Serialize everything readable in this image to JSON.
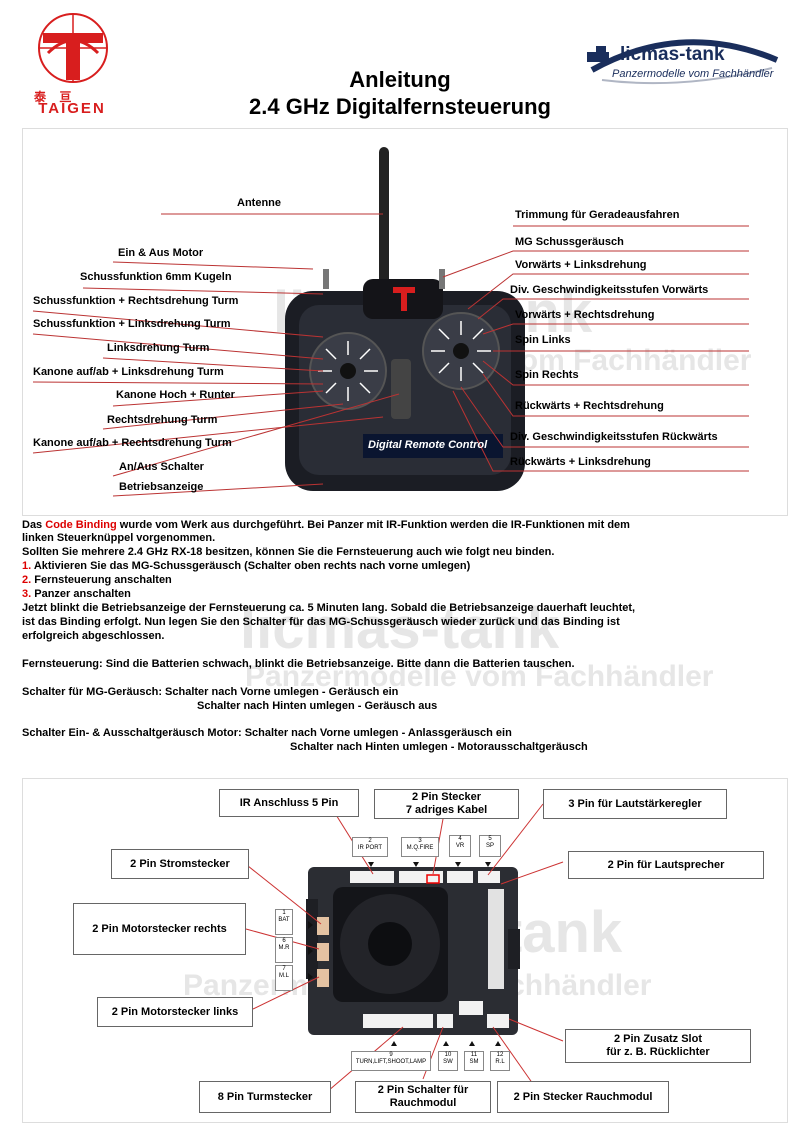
{
  "header": {
    "taigen_logo_cn": "泰    亘",
    "taigen_logo_text": "TAIGEN",
    "licmas_logo_title": "licmas-tank",
    "licmas_logo_subtitle": "Panzermodelle vom Fachhändler",
    "title_line1": "Anleitung",
    "title_line2": "2.4 GHz Digitalfernsteuerung"
  },
  "remote": {
    "screen_label": "Digital Remote Control",
    "labels_left": [
      "Antenne",
      "Ein & Aus Motor",
      "Schussfunktion 6mm Kugeln",
      "Schussfunktion + Rechtsdrehung Turm",
      "Schussfunktion + Linksdrehung Turm",
      "Linksdrehung Turm",
      "Kanone auf/ab + Linksdrehung Turm",
      "Kanone Hoch + Runter",
      "Rechtsdrehung Turm",
      "Kanone auf/ab + Rechtsdrehung Turm",
      "An/Aus Schalter",
      "Betriebsanzeige"
    ],
    "labels_right": [
      "Trimmung für Geradeausfahren",
      "MG Schussgeräusch",
      "Vorwärts + Linksdrehung",
      "Div. Geschwindigkeitsstufen Vorwärts",
      "Vorwärts + Rechtsdrehung",
      "Spin Links",
      "Spin Rechts",
      "Rückwärts + Rechtsdrehung",
      "Div. Geschwindigkeitsstufen Rückwärts",
      "Rückwärts + Linksdrehung"
    ]
  },
  "instructions": {
    "p1_a": "Das ",
    "p1_highlight": "Code Binding",
    "p1_b": " wurde vom Werk aus durchgeführt. Bei Panzer mit IR-Funktion werden die IR-Funktionen mit dem",
    "p1_c": "linken Steuerknüppel vorgenommen.",
    "p2": "Sollten Sie mehrere 2.4 GHz RX-18 besitzen, können Sie die Fernsteuerung auch wie folgt neu binden.",
    "steps": [
      {
        "num": "1.",
        "text": " Aktivieren Sie das MG-Schussgeräusch (Schalter oben rechts nach vorne umlegen)"
      },
      {
        "num": "2.",
        "text": " Fernsteuerung anschalten"
      },
      {
        "num": "3.",
        "text": " Panzer anschalten"
      }
    ],
    "p3_a": "Jetzt blinkt die Betriebsanzeige der Fernsteuerung ca. 5 Minuten lang. Sobald die Betriebsanzeige dauerhaft leuchtet,",
    "p3_b": "ist das Binding erfolgt. Nun legen Sie den Schalter für das MG-Schussgeräusch wieder zurück und das Binding ist",
    "p3_c": "erfolgreich abgeschlossen.",
    "p4": "Fernsteuerung: Sind die Batterien schwach, blinkt die Betriebsanzeige. Bitte dann die Batterien tauschen.",
    "p5_a": "Schalter für MG-Geräusch:  Schalter nach Vorne  umlegen - Geräusch ein",
    "p5_b": "Schalter nach Hinten umlegen - Geräusch aus",
    "p6_a": "Schalter Ein- & Ausschaltgeräusch Motor: Schalter nach Vorne umlegen - Anlassgeräusch ein",
    "p6_b": "Schalter nach Hinten umlegen - Motorausschaltgeräusch"
  },
  "board": {
    "boxes": {
      "ir": "IR Anschluss 5 Pin",
      "stecker_a": "2 Pin Stecker",
      "stecker_b": "7 adriges Kabel",
      "laut": "3 Pin für Lautstärkeregler",
      "strom": "2 Pin Stromstecker",
      "lautspr": "2 Pin für Lautsprecher",
      "motor_r": "2 Pin Motorstecker rechts",
      "motor_l": "2 Pin Motorstecker links",
      "zusatz_a": "2 Pin Zusatz Slot",
      "zusatz_b": "für z. B. Rücklichter",
      "turm": "8 Pin Turmstecker",
      "schalter_a": "2 Pin Schalter für",
      "schalter_b": "Rauchmodul",
      "rauch": "2 Pin Stecker Rauchmodul"
    },
    "tags": {
      "t2_num": "2",
      "t2_txt": "IR PORT",
      "t3_num": "3",
      "t3_txt": "M.Q.FIRE",
      "t4_num": "4",
      "t4_txt": "VR",
      "t5_num": "5",
      "t5_txt": "SP",
      "t1_num": "1",
      "t1_txt": "BAT",
      "t6_num": "6",
      "t6_txt": "M.R",
      "t7_num": "7",
      "t7_txt": "M.L",
      "t9_num": "9",
      "t9_txt": "TURN,LIFT,SHOOT,LAMP",
      "t10_num": "10",
      "t10_txt": "SW",
      "t11_num": "11",
      "t11_txt": "SM",
      "t12_num": "12",
      "t12_txt": "R.L"
    }
  },
  "colors": {
    "accent_red": "#d00000",
    "logo_red": "#d81e1e",
    "licmas_blue": "#1a2e5c"
  }
}
